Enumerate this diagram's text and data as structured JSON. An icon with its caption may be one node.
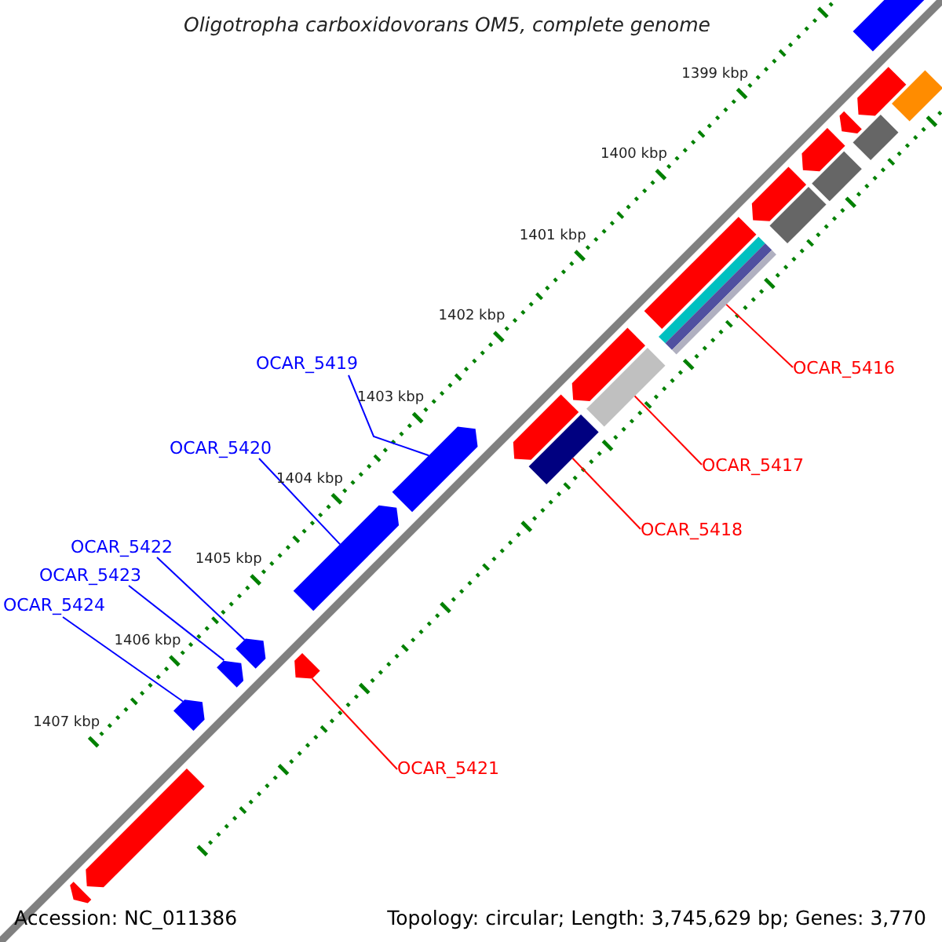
{
  "diagram": {
    "title": "Oligotropha carboxidovorans OM5, complete genome",
    "nodes": [
      {
        "text": [
          "OCAR_5419"
        ]
      },
      {
        "text": [
          "OCAR_5416"
        ]
      },
      {
        "text": [
          "OCAR_5420"
        ]
      },
      {
        "text": [
          "OCAR_5417"
        ]
      },
      {
        "text": [
          "OCAR_5418"
        ]
      },
      {
        "text": [
          "OCAR_5422"
        ]
      },
      {
        "text": [
          "OCAR_5423"
        ]
      },
      {
        "text": [
          "OCAR_5424"
        ]
      },
      {
        "text": [
          "OCAR_5421"
        ]
      },
      {
        "text": [],
        "shape": "arrow"
      },
      {
        "text": [],
        "shape": "box"
      },
      {
        "text": [],
        "shape": "arrow"
      },
      {
        "text": [],
        "shape": "box"
      },
      {
        "text": [],
        "shape": "box"
      },
      {
        "text": [],
        "shape": "arrow"
      },
      {
        "text": [],
        "shape": "arrow"
      },
      {
        "text": [],
        "shape": "arrow"
      },
      {
        "text": [],
        "shape": "arrow"
      },
      {
        "text": [],
        "shape": "arrow"
      },
      {
        "text": [],
        "shape": "arrow"
      },
      {
        "text": [],
        "shape": "arrow"
      },
      {
        "text": [],
        "shape": "arrow"
      },
      {
        "text": [],
        "shape": "box"
      },
      {
        "text": [],
        "shape": "arrow"
      },
      {
        "text": [],
        "shape": "arrow"
      },
      {
        "text": [],
        "shape": "arrow"
      },
      {
        "text": [],
        "shape": "arrow"
      },
      {
        "text": [],
        "shape": "arrow"
      },
      {
        "text": [],
        "shape": "box"
      },
      {
        "text": [],
        "shape": "box"
      },
      {
        "text": [],
        "shape": "box"
      },
      {
        "text": [],
        "shape": "box"
      }
    ],
    "edges": [
      {
        "from": 0,
        "to": 9,
        "arrow": "none"
      },
      {
        "from": 1,
        "to": 10,
        "arrow": "none",
        "color": "#ff0000"
      },
      {
        "from": 2,
        "to": 11,
        "arrow": "none"
      },
      {
        "from": 3,
        "to": 12,
        "arrow": "none",
        "color": "#ff0000"
      },
      {
        "from": 4,
        "to": 13,
        "arrow": "none",
        "color": "#ff0000"
      },
      {
        "from": 5,
        "to": 14,
        "arrow": "none"
      },
      {
        "from": 6,
        "to": 15,
        "arrow": "none"
      },
      {
        "from": 7,
        "to": 16,
        "arrow": "none"
      },
      {
        "from": 8,
        "to": 17,
        "arrow": "none",
        "color": "#ff0000"
      }
    ],
    "labels": [
      "1399 kbp",
      "1400 kbp",
      "1401 kbp",
      "1402 kbp",
      "1403 kbp",
      "1404 kbp",
      "1405 kbp",
      "1406 kbp",
      "1407 kbp",
      "Accession: NC_011386",
      "Topology: circular; Length: 3,745,629 bp; Genes: 3,770"
    ]
  }
}
